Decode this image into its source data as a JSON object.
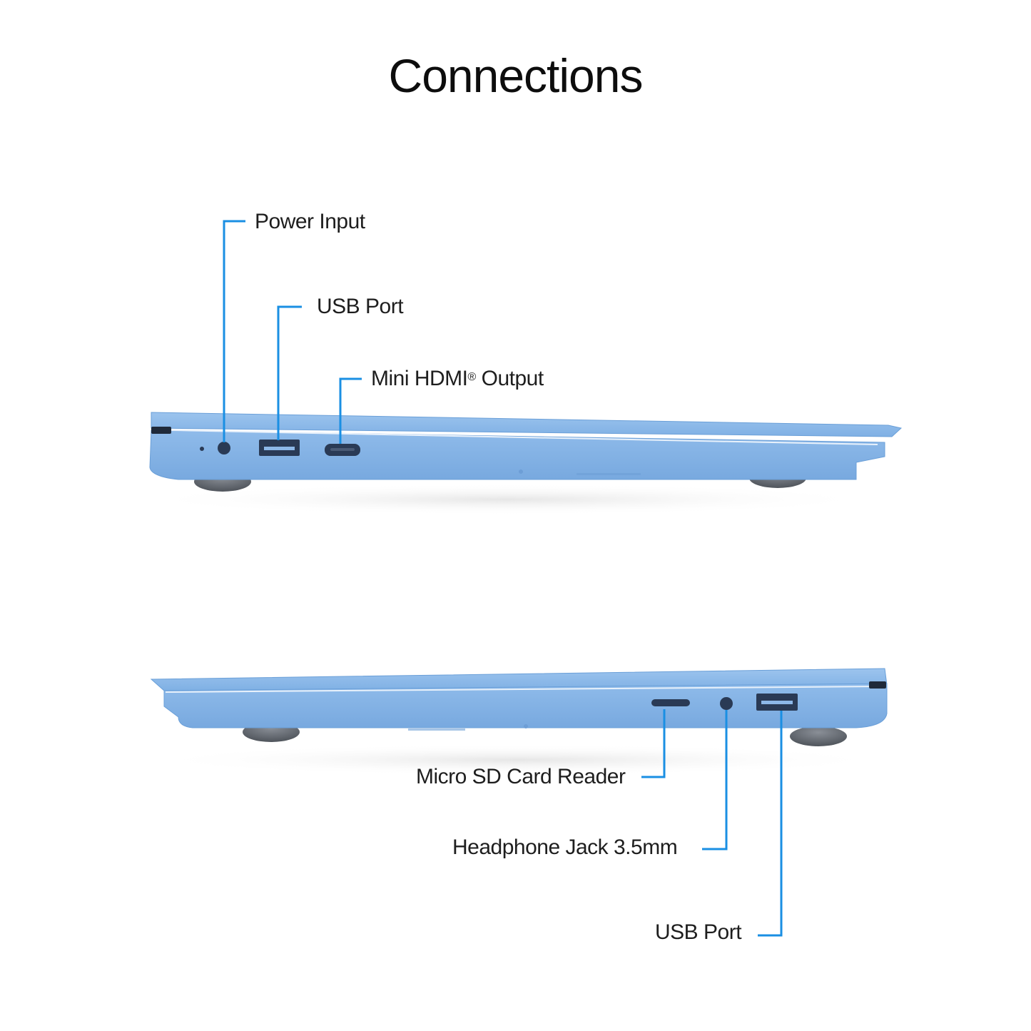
{
  "title": "Connections",
  "colors": {
    "accent": "#1a8fe3",
    "laptop_body": "#8db8e8",
    "laptop_edge": "#6a9fd8",
    "port": "#2a3a55",
    "foot": "#6b7079"
  },
  "left_side": {
    "labels": [
      {
        "id": "power",
        "text": "Power Input"
      },
      {
        "id": "usb",
        "text": "USB Port"
      },
      {
        "id": "hdmi",
        "text": "Mini HDMI",
        "mark": "®",
        "suffix": " Output"
      }
    ]
  },
  "right_side": {
    "labels": [
      {
        "id": "microsd",
        "text": "Micro SD Card Reader"
      },
      {
        "id": "headphone",
        "text": "Headphone Jack 3.5mm"
      },
      {
        "id": "usb",
        "text": "USB Port"
      }
    ]
  }
}
